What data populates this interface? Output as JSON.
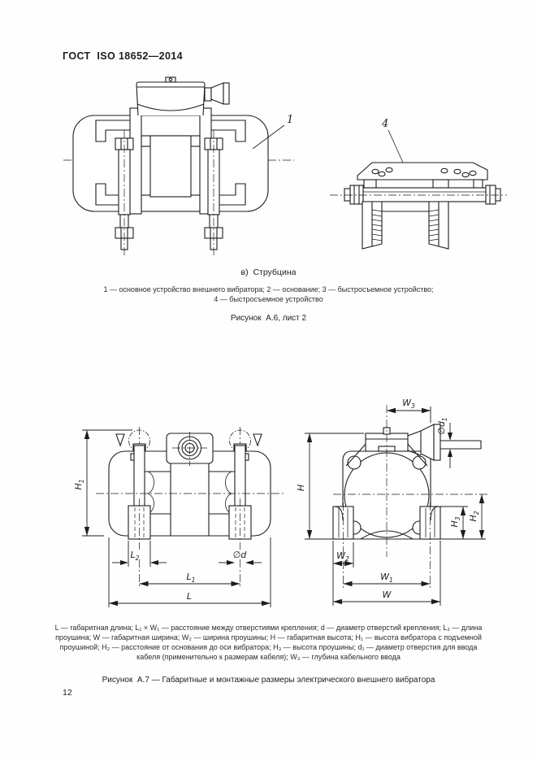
{
  "page": {
    "header": "ГОСТ  ISO 18652—2014",
    "page_number": "12"
  },
  "figure_a6": {
    "part1_label": "1",
    "part4_label": "4",
    "subcaption": "в)  Струбцина",
    "legend_line1": "1 — основное устройство внешнего вибратора; 2 — основание; 3 — быстросъемное устройство;",
    "legend_line2": "4 — быстросъемное устройство",
    "caption": "Рисунок  А.6, лист 2"
  },
  "figure_a7": {
    "legend_line1": "L — габаритная длина; L₁ × W₁ — расстояние между отверстиями крепления; d — диаметр отверстий крепления; L₂ — длина",
    "legend_line2": "проушина; W — габаритная ширина; W₂ — ширина проушины; H — габаритная высота; H₁ — высота вибратора с подъемной",
    "legend_line3": "проушиной; H₂ — расстояние от основания до оси вибратора; H₃ — высота проушины; d₁ — диаметр отверстия для ввода",
    "legend_line4": "кабеля (применительно к размерам кабеля); W₃ — глубина кабельного ввода",
    "caption": "Рисунок  А.7 — Габаритные и монтажные размеры электрического внешнего вибратора",
    "dims": {
      "H1": {
        "base": "H",
        "sub": "1"
      },
      "L2": {
        "base": "L",
        "sub": "2"
      },
      "d": {
        "base": "∅d",
        "sub": ""
      },
      "L1": {
        "base": "L",
        "sub": "1"
      },
      "L": {
        "base": "L",
        "sub": ""
      },
      "W3": {
        "base": "W",
        "sub": "3"
      },
      "d1": {
        "base": "∅d",
        "sub": "1"
      },
      "H": {
        "base": "H",
        "sub": ""
      },
      "H2": {
        "base": "H",
        "sub": "2"
      },
      "H3": {
        "base": "H",
        "sub": "3"
      },
      "W2": {
        "base": "W",
        "sub": "2"
      },
      "W1": {
        "base": "W",
        "sub": "1"
      },
      "W": {
        "base": "W",
        "sub": ""
      }
    }
  }
}
